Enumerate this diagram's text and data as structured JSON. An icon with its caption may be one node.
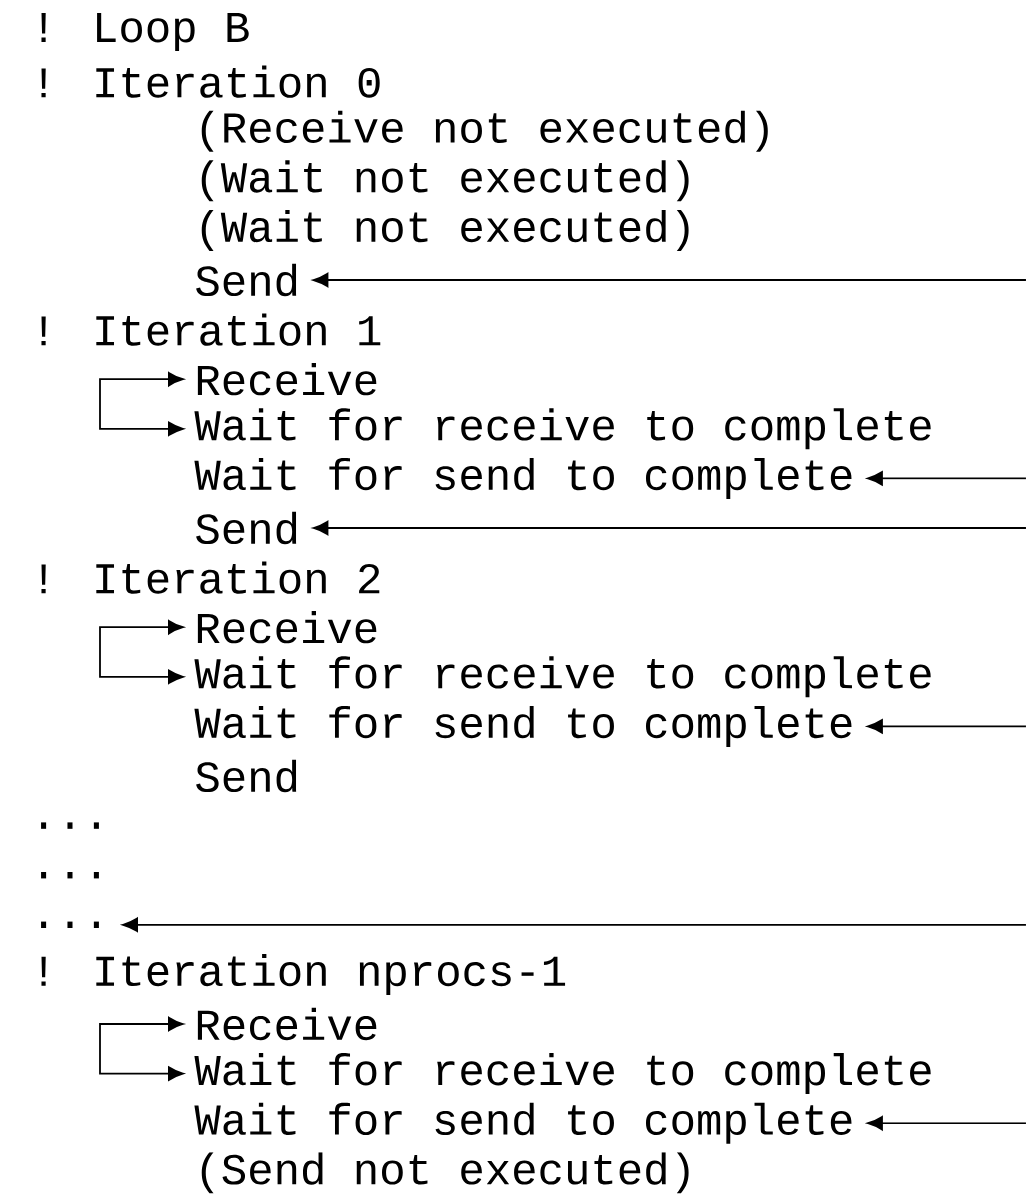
{
  "diagram": {
    "nodes": [
      {
        "text": [
          "Send"
        ]
      },
      {
        "text": [
          "Receive"
        ]
      },
      {
        "text": [
          "Wait for receive to complete"
        ]
      },
      {
        "text": [
          "Wait for send to complete"
        ]
      },
      {
        "text": [
          "Send"
        ]
      },
      {
        "text": [
          "Receive"
        ]
      },
      {
        "text": [
          "Wait for receive to complete"
        ]
      },
      {
        "text": [
          "Wait for send to complete"
        ]
      },
      {
        "text": [
          "..."
        ]
      },
      {
        "text": [
          "Receive"
        ]
      },
      {
        "text": [
          "Wait for receive to complete"
        ]
      },
      {
        "text": [
          "Wait for send to complete"
        ]
      }
    ],
    "edges": [
      {
        "from": null,
        "to": 0,
        "arrow": "to"
      },
      {
        "from": 1,
        "to": 2,
        "arrow": "both"
      },
      {
        "from": null,
        "to": 3,
        "arrow": "to"
      },
      {
        "from": null,
        "to": 4,
        "arrow": "to"
      },
      {
        "from": 5,
        "to": 6,
        "arrow": "both"
      },
      {
        "from": null,
        "to": 7,
        "arrow": "to"
      },
      {
        "from": null,
        "to": 8,
        "arrow": "to"
      },
      {
        "from": 9,
        "to": 10,
        "arrow": "both"
      },
      {
        "from": null,
        "to": 11,
        "arrow": "to"
      }
    ],
    "labels": [
      "! Loop B",
      "! Iteration 0",
      "(Receive not executed)",
      "(Wait not executed)",
      "(Wait not executed)",
      "! Iteration 1",
      "! Iteration 2",
      "Send",
      "...",
      "...",
      "! Iteration nprocs-1",
      "(Send not executed)"
    ]
  }
}
